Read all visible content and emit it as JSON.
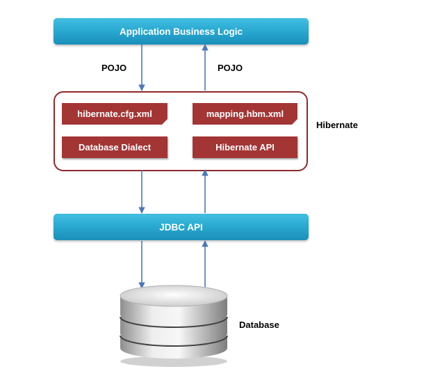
{
  "top_bar": {
    "label": "Application Business Logic"
  },
  "pojo_labels": {
    "down": "POJO",
    "up": "POJO"
  },
  "hibernate": {
    "label": "Hibernate",
    "components": [
      {
        "label": "hibernate.cfg.xml"
      },
      {
        "label": "mapping.hbm.xml"
      },
      {
        "label": "Database Dialect"
      },
      {
        "label": "Hibernate API"
      }
    ]
  },
  "jdbc_bar": {
    "label": "JDBC API"
  },
  "database": {
    "label": "Database"
  },
  "colors": {
    "bar_blue": "#2aaad2",
    "component_red": "#a33535",
    "frame_border": "#8e2a2a",
    "arrow_blue": "#4a78b8"
  }
}
